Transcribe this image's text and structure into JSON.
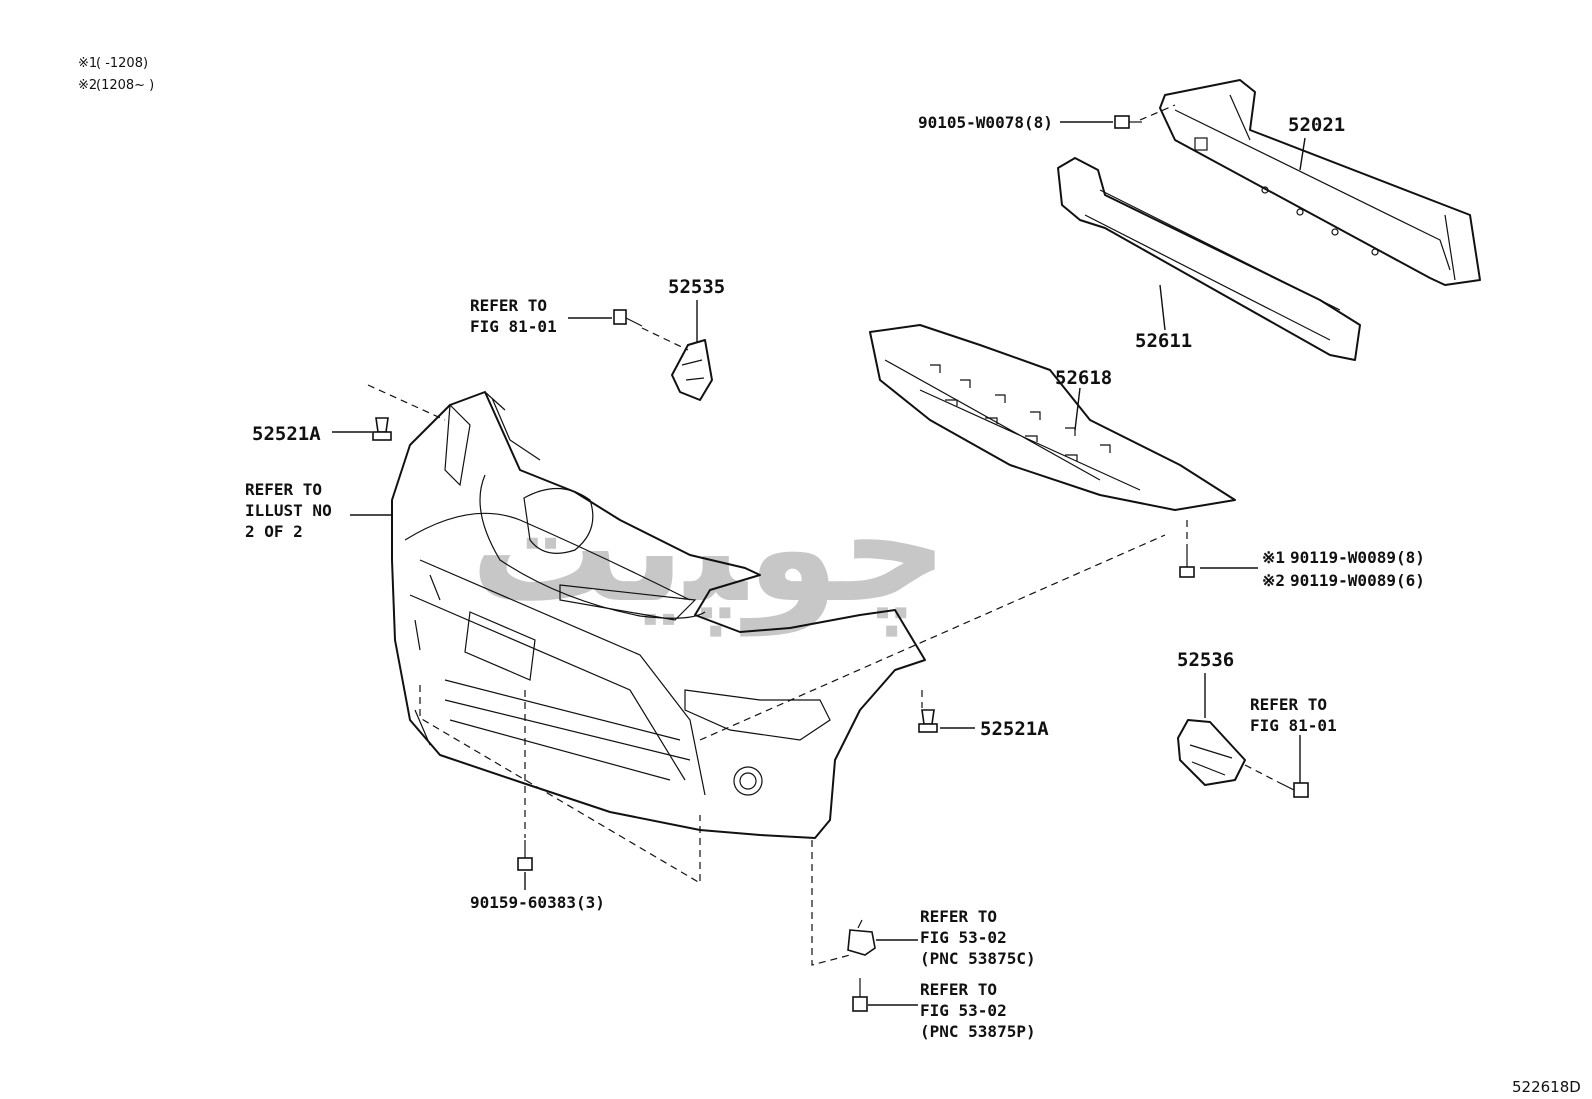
{
  "notes": [
    {
      "mark": "※1",
      "text": "(      -1208)"
    },
    {
      "mark": "※2",
      "text": "(1208~      )"
    }
  ],
  "diagram_id": "522618D",
  "watermark": "ﭼﻮﭙﯾﺖ",
  "callouts": {
    "p52021": "52021",
    "p52611": "52611",
    "p52618": "52618",
    "p52535": "52535",
    "p52536": "52536",
    "p52521a_left": "52521A",
    "p52521a_right": "52521A",
    "bolt_90105": "90105-W0078(8)",
    "screw_90119_1": "90119-W0089(8)",
    "screw_90119_2": "90119-W0089(6)",
    "screw_90119_mark1": "※1",
    "screw_90119_mark2": "※2",
    "screw_90159": "90159-60383(3)"
  },
  "references": {
    "ref_8101_top": [
      "REFER TO",
      "FIG 81-01"
    ],
    "ref_illust": [
      "REFER TO",
      "ILLUST NO",
      "2 OF 2"
    ],
    "ref_8101_right": [
      "REFER TO",
      "FIG 81-01"
    ],
    "ref_5302_c": [
      "REFER TO",
      "FIG 53-02",
      "(PNC 53875C)"
    ],
    "ref_5302_p": [
      "REFER TO",
      "FIG 53-02",
      "(PNC 53875P)"
    ]
  }
}
